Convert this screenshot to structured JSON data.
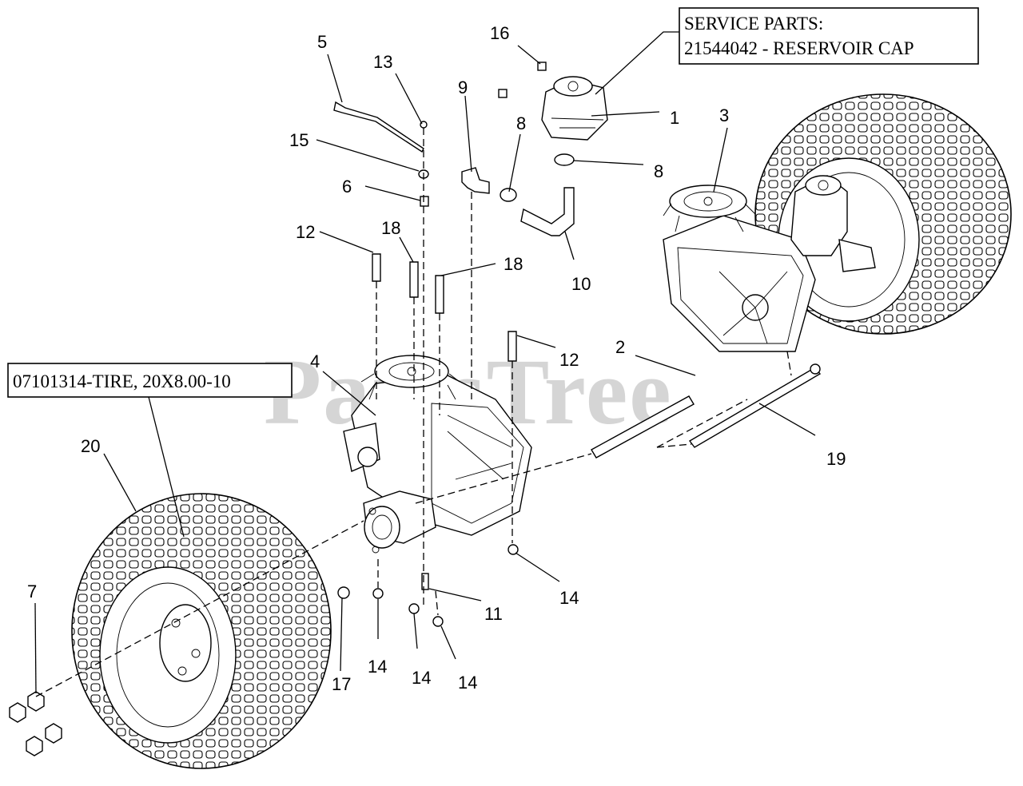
{
  "watermark": "PartsTree",
  "service_box": {
    "line1": "SERVICE PARTS:",
    "line2": "21544042 - RESERVOIR CAP"
  },
  "tire_box": "07101314-TIRE, 20X8.00-10",
  "callouts": {
    "c1": "1",
    "c2": "2",
    "c3": "3",
    "c4": "4",
    "c5": "5",
    "c6": "6",
    "c7": "7",
    "c8a": "8",
    "c8b": "8",
    "c9": "9",
    "c10": "10",
    "c11": "11",
    "c12a": "12",
    "c12b": "12",
    "c13": "13",
    "c14a": "14",
    "c14b": "14",
    "c14c": "14",
    "c14d": "14",
    "c15": "15",
    "c16": "16",
    "c17": "17",
    "c18a": "18",
    "c18b": "18",
    "c19": "19",
    "c20": "20"
  }
}
